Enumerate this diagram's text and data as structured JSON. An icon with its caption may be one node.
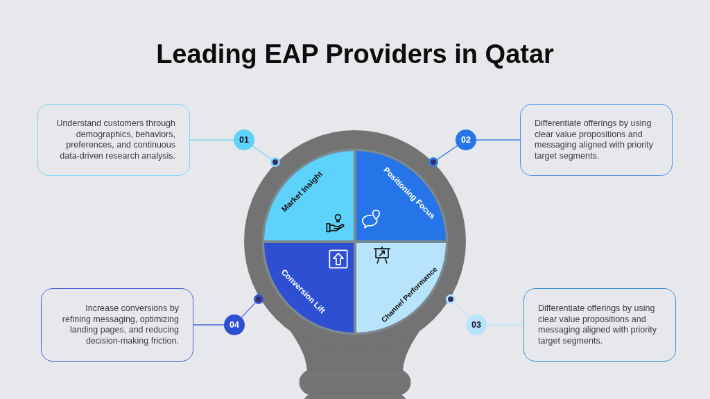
{
  "diagram": {
    "title": "Leading EAP Providers in Qatar",
    "nodes": [
      {
        "text": [
          "Understand customers through demographics, behaviors, preferences, and continuous data-driven research analysis."
        ]
      },
      {
        "text": [
          "01"
        ]
      },
      {
        "text": [],
        "shape": "circle"
      },
      {
        "text": [
          "02"
        ]
      },
      {
        "text": [
          "Differentiate offerings by using clear value propositions and messaging aligned with priority target segments."
        ]
      },
      {
        "text": [],
        "shape": "circle"
      },
      {
        "text": [
          "Market Insight"
        ]
      },
      {
        "text": [
          "Positioning Focus"
        ]
      },
      {
        "text": [
          "Conversion Lift"
        ]
      },
      {
        "text": [
          "Channel Performance"
        ]
      },
      {
        "text": [
          "Increase conversions by refining messaging, optimizing landing pages, and reducing decision-making friction."
        ]
      },
      {
        "text": [
          "04"
        ]
      },
      {
        "text": [],
        "shape": "circle"
      },
      {
        "text": [],
        "shape": "circle"
      },
      {
        "text": [
          "03"
        ]
      },
      {
        "text": [
          "Differentiate offerings by using clear value propositions and messaging aligned with priority target segments."
        ]
      }
    ],
    "edges": [
      {
        "from": 0,
        "to": 1,
        "arrow": "none",
        "color": "#7dd6f6"
      },
      {
        "from": 1,
        "to": 2,
        "arrow": "none",
        "color": "#7dd6f6"
      },
      {
        "from": 4,
        "to": 3,
        "arrow": "none",
        "color": "#3b80e8"
      },
      {
        "from": 3,
        "to": 5,
        "arrow": "none",
        "color": "#3b80e8"
      },
      {
        "from": 10,
        "to": 11,
        "arrow": "none",
        "color": "#4660d8"
      },
      {
        "from": 11,
        "to": 12,
        "arrow": "none",
        "color": "#4660d8"
      },
      {
        "from": 15,
        "to": 14,
        "arrow": "none",
        "color": "#b8e4fb"
      },
      {
        "from": 14,
        "to": 13,
        "arrow": "none",
        "color": "#b8e4fb"
      }
    ]
  }
}
